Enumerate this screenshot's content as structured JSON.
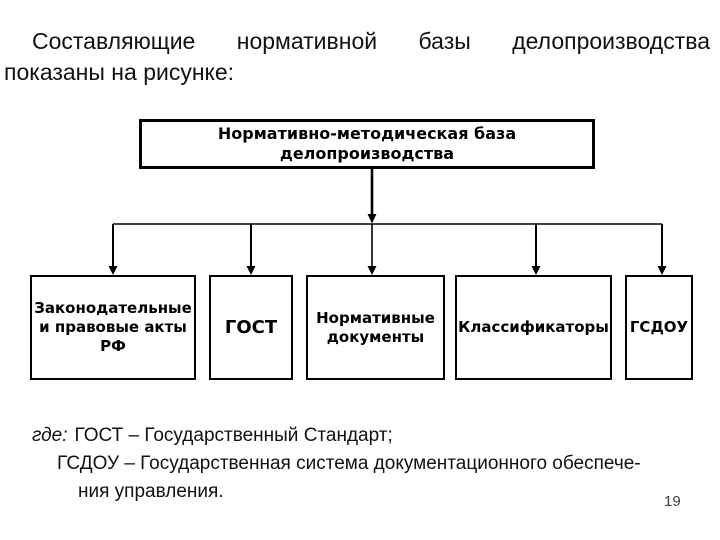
{
  "intro": {
    "text": "Составляющие нормативной базы делопроизводства показаны на рисунке:"
  },
  "diagram": {
    "root_box": {
      "label": "Нормативно-методическая база делопроизводства",
      "lines": [
        "Нормативно-методическая база",
        "делопроизводства"
      ]
    },
    "child_boxes": [
      {
        "label": "Законодательные и правовые акты РФ",
        "lines": [
          "Законодательные",
          "и правовые акты",
          "РФ"
        ]
      },
      {
        "label": "ГОСТ",
        "lines": [
          "ГОСТ"
        ]
      },
      {
        "label": "Нормативные документы",
        "lines": [
          "Нормативные",
          "документы"
        ]
      },
      {
        "label": "Классификаторы",
        "lines": [
          "Классификаторы"
        ]
      },
      {
        "label": "ГСДОУ",
        "lines": [
          "ГСДОУ"
        ]
      }
    ]
  },
  "legend": {
    "where_label": "где:",
    "lines": [
      "ГОСТ – Государственный Стандарт;",
      "ГСДОУ – Государственная система документационного обеспече-",
      "ния управления."
    ]
  },
  "page_number": "19",
  "colors": {
    "background": "#ffffff",
    "text": "#111111",
    "box_border": "#000000",
    "connector": "#000000",
    "page_number": "#3d3d3d"
  }
}
